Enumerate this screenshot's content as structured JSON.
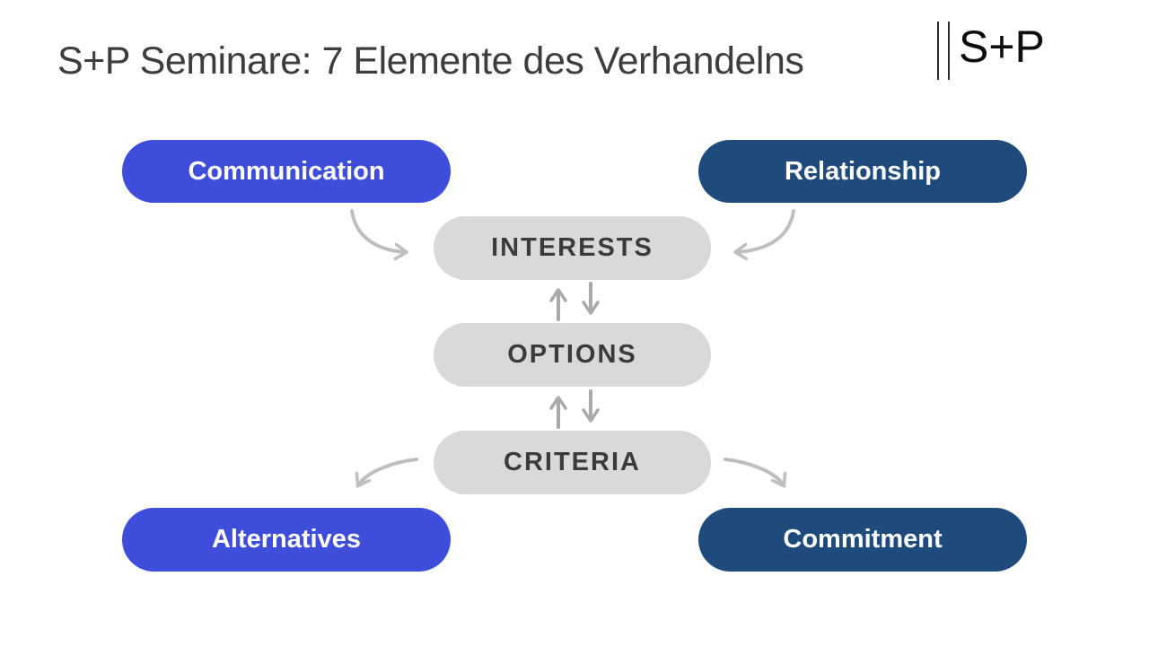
{
  "header": {
    "title": "S+P Seminare: 7 Elemente des Verhandelns",
    "logo_text": "S+P"
  },
  "nodes": {
    "communication": {
      "label": "Communication",
      "color": "#3f4eda"
    },
    "relationship": {
      "label": "Relationship",
      "color": "#1f4b7c"
    },
    "interests": {
      "label": "INTERESTS",
      "color": "#d9d9d9"
    },
    "options": {
      "label": "OPTIONS",
      "color": "#d9d9d9"
    },
    "criteria": {
      "label": "CRITERIA",
      "color": "#d9d9d9"
    },
    "alternatives": {
      "label": "Alternatives",
      "color": "#3f4eda"
    },
    "commitment": {
      "label": "Commitment",
      "color": "#1f4b7c"
    }
  },
  "connections": [
    {
      "from": "communication",
      "to": "interests",
      "style": "curved"
    },
    {
      "from": "relationship",
      "to": "interests",
      "style": "curved"
    },
    {
      "from": "interests",
      "to": "options",
      "style": "bidirectional"
    },
    {
      "from": "options",
      "to": "criteria",
      "style": "bidirectional"
    },
    {
      "from": "criteria",
      "to": "alternatives",
      "style": "curved"
    },
    {
      "from": "criteria",
      "to": "commitment",
      "style": "curved"
    }
  ],
  "colors": {
    "accent_blue": "#3f4eda",
    "navy": "#1f4b7c",
    "pill_gray": "#d9d9d9",
    "pill_text_dark": "#3b3b3b",
    "pill_text_light": "#ffffff",
    "arrow_curved": "#bfbfbf",
    "arrow_vertical": "#a9a9a9",
    "title_color": "#3d3d3d",
    "background": "#ffffff"
  }
}
